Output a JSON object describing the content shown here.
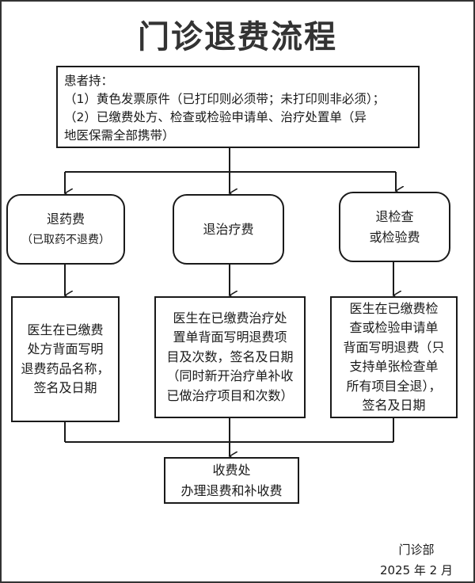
{
  "title": "门诊退费流程",
  "patient_box": {
    "heading": "患者持：",
    "lines": [
      "（1）黄色发票原件（已打印则必须带；未打印则非必须）；",
      "（2）已缴费处方、检查或检验申请单、治疗处置单（异",
      "地医保需全部携带）"
    ]
  },
  "categories": [
    {
      "title": "退药费",
      "subtitle": "（已取药不退费）"
    },
    {
      "title": "退治疗费",
      "subtitle": ""
    },
    {
      "title": "退检查",
      "subtitle": "或检验费"
    }
  ],
  "details": [
    {
      "lines": [
        "医生在已缴费",
        "处方背面写明",
        "退费药品名称，",
        "签名及日期"
      ]
    },
    {
      "lines": [
        "医生在已缴费治疗处",
        "置单背面写明退费项",
        "目及次数，签名及日期",
        "（同时新开治疗单补收",
        "已做治疗项目和次数）"
      ]
    },
    {
      "lines": [
        "医生在已缴费检",
        "查或检验申请单",
        "背面写明退费（只",
        "支持单张检查单",
        "所有项目全退），",
        "签名及日期"
      ]
    }
  ],
  "cashier": {
    "line1": "收费处",
    "line2": "办理退费和补收费"
  },
  "footer": {
    "department": "门诊部",
    "date": "2025 年 2 月"
  }
}
